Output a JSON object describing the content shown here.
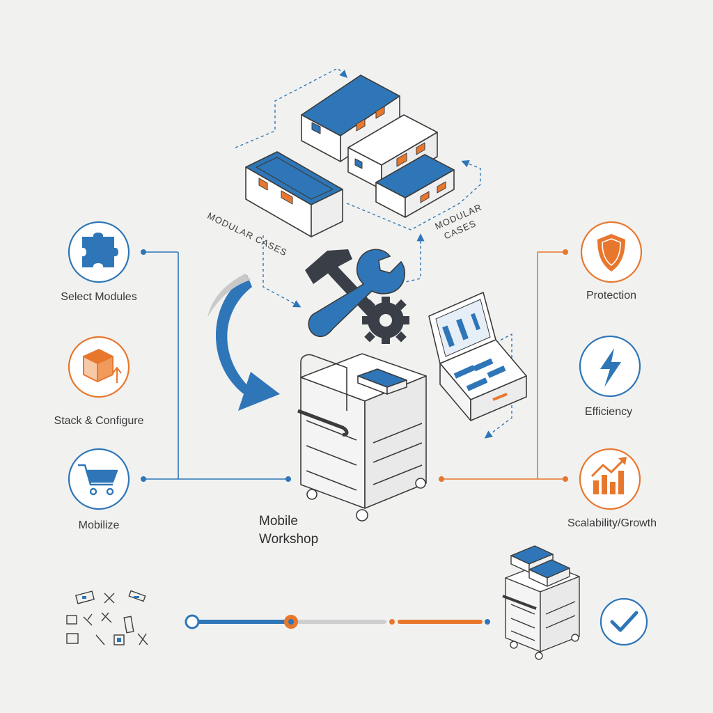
{
  "colors": {
    "blue": "#2e76b7",
    "orange": "#e8772e",
    "outline": "#3c3c3c",
    "gray": "#c9c9c9",
    "bg": "#f1f1f0"
  },
  "case_labels": {
    "left": "MODULAR CASES",
    "right_line1": "MODULAR",
    "right_line2": "CASES"
  },
  "left_steps": [
    {
      "icon": "puzzle-icon",
      "label": "Select Modules",
      "color": "blue"
    },
    {
      "icon": "stack-box-icon",
      "label": "Stack & Configure",
      "color": "orange"
    },
    {
      "icon": "cart-icon",
      "label": "Mobilize",
      "color": "blue"
    }
  ],
  "right_benefits": [
    {
      "icon": "shield-icon",
      "label": "Protection",
      "color": "orange"
    },
    {
      "icon": "lightning-icon",
      "label": "Efficiency",
      "color": "blue"
    },
    {
      "icon": "growth-chart-icon",
      "label": "Scalability/Growth",
      "color": "orange"
    }
  ],
  "center": {
    "title_line1": "Mobile",
    "title_line2": "Workshop"
  },
  "bottom": {
    "start_icon": "scattered-tools-icon",
    "end_icon": "check-icon"
  }
}
